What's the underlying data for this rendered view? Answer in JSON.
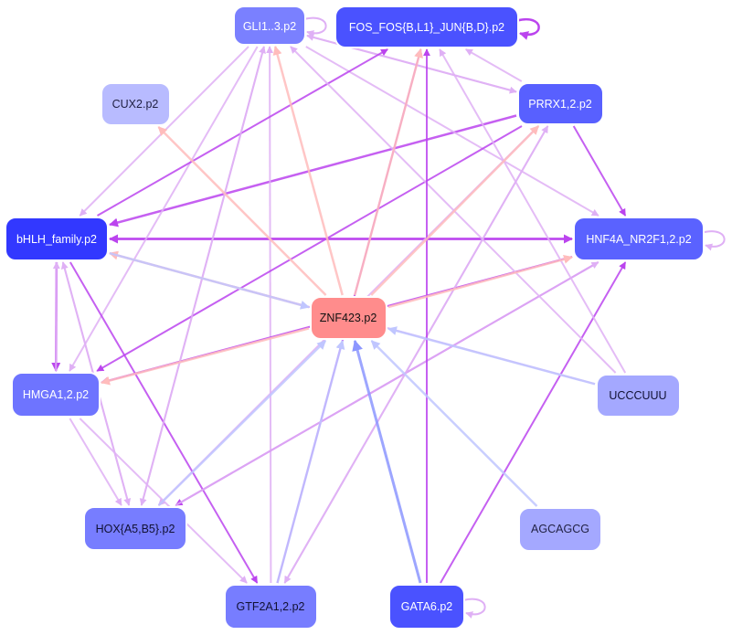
{
  "nodes": {
    "gli": {
      "label": "GLI1..3.p2",
      "fill": "#7a80ff",
      "text": "#ffffff"
    },
    "fos": {
      "label": "FOS_FOS{B,L1}_JUN{B,D}.p2",
      "fill": "#4a52ff",
      "text": "#ffffff"
    },
    "cux": {
      "label": "CUX2.p2",
      "fill": "#b8bbff",
      "text": "#222244"
    },
    "prrx": {
      "label": "PRRX1,2.p2",
      "fill": "#5860ff",
      "text": "#ffffff"
    },
    "bhlh": {
      "label": "bHLH_family.p2",
      "fill": "#3238ff",
      "text": "#ffffff"
    },
    "hnf": {
      "label": "HNF4A_NR2F1,2.p2",
      "fill": "#5a62ff",
      "text": "#ffffff"
    },
    "znf": {
      "label": "ZNF423.p2",
      "fill": "#ff8c8c",
      "text": "#111111"
    },
    "hmga": {
      "label": "HMGA1,2.p2",
      "fill": "#6e74ff",
      "text": "#ffffff"
    },
    "uccc": {
      "label": "UCCCUUU",
      "fill": "#a4a8ff",
      "text": "#111133"
    },
    "hox": {
      "label": "HOX{A5,B5}.p2",
      "fill": "#777dff",
      "text": "#111133"
    },
    "agca": {
      "label": "AGCAGCG",
      "fill": "#a4a8ff",
      "text": "#222244"
    },
    "gtf": {
      "label": "GTF2A1,2.p2",
      "fill": "#777dff",
      "text": "#111133"
    },
    "gata": {
      "label": "GATA6.p2",
      "fill": "#4a52ff",
      "text": "#ffffff"
    }
  },
  "edge_colors": {
    "violet": "#bb44ee",
    "lilac": "#dfb0f5",
    "pink": "#ffbcbc",
    "blue": "#8c96ff",
    "lightblue": "#c0c6ff"
  },
  "edges": [
    {
      "from": "prrx",
      "to": "bhlh",
      "color": "violet",
      "weight": 2.5
    },
    {
      "from": "hnf",
      "to": "bhlh",
      "color": "violet",
      "weight": 2.5
    },
    {
      "from": "bhlh",
      "to": "hnf",
      "color": "violet",
      "weight": 2.5
    },
    {
      "from": "bhlh",
      "to": "hmga",
      "color": "violet",
      "weight": 2.5
    },
    {
      "from": "prrx",
      "to": "fos",
      "color": "lilac",
      "weight": 2
    },
    {
      "from": "gli",
      "to": "prrx",
      "color": "lilac",
      "weight": 2
    },
    {
      "from": "prrx",
      "to": "gli",
      "color": "lilac",
      "weight": 2
    },
    {
      "from": "gli",
      "to": "bhlh",
      "color": "lilac",
      "weight": 2
    },
    {
      "from": "gli",
      "to": "hmga",
      "color": "lilac",
      "weight": 2
    },
    {
      "from": "gli",
      "to": "hox",
      "color": "lilac",
      "weight": 2
    },
    {
      "from": "gli",
      "to": "hnf",
      "color": "lilac",
      "weight": 2
    },
    {
      "from": "gtf",
      "to": "gli",
      "color": "lilac",
      "weight": 2
    },
    {
      "from": "bhlh",
      "to": "fos",
      "color": "violet",
      "weight": 2
    },
    {
      "from": "prrx",
      "to": "hnf",
      "color": "violet",
      "weight": 2
    },
    {
      "from": "prrx",
      "to": "hmga",
      "color": "violet",
      "weight": 2
    },
    {
      "from": "prrx",
      "to": "hox",
      "color": "lilac",
      "weight": 2
    },
    {
      "from": "prrx",
      "to": "gtf",
      "color": "lilac",
      "weight": 2
    },
    {
      "from": "hnf",
      "to": "hmga",
      "color": "violet",
      "weight": 2
    },
    {
      "from": "hnf",
      "to": "hox",
      "color": "violet",
      "weight": 2
    },
    {
      "from": "gata",
      "to": "hnf",
      "color": "violet",
      "weight": 2
    },
    {
      "from": "gtf",
      "to": "fos",
      "color": "violet",
      "weight": 2
    },
    {
      "from": "gtf",
      "to": "prrx",
      "color": "lilac",
      "weight": 2
    },
    {
      "from": "bhlh",
      "to": "hox",
      "color": "lilac",
      "weight": 2
    },
    {
      "from": "hmga",
      "to": "hox",
      "color": "lilac",
      "weight": 2
    },
    {
      "from": "hmga",
      "to": "gtf",
      "color": "lilac",
      "weight": 2
    },
    {
      "from": "bhlh",
      "to": "gtf",
      "color": "violet",
      "weight": 2
    },
    {
      "from": "uccc",
      "to": "bhlh",
      "color": "lilac",
      "weight": 2
    },
    {
      "from": "uccc",
      "to": "fos",
      "color": "lilac",
      "weight": 2
    },
    {
      "from": "uccc",
      "to": "gli",
      "color": "lilac",
      "weight": 2
    },
    {
      "from": "hmga",
      "to": "bhlh",
      "color": "lilac",
      "weight": 2
    },
    {
      "from": "hox",
      "to": "bhlh",
      "color": "lilac",
      "weight": 2
    },
    {
      "from": "hox",
      "to": "gli",
      "color": "lilac",
      "weight": 2
    },
    {
      "from": "hox",
      "to": "hnf",
      "color": "lilac",
      "weight": 2
    },
    {
      "from": "gata",
      "to": "fos",
      "color": "violet",
      "weight": 2
    },
    {
      "from": "znf",
      "to": "gli",
      "color": "pink",
      "weight": 2.5
    },
    {
      "from": "znf",
      "to": "fos",
      "color": "pink",
      "weight": 2.5
    },
    {
      "from": "znf",
      "to": "cux",
      "color": "pink",
      "weight": 2.5
    },
    {
      "from": "znf",
      "to": "prrx",
      "color": "pink",
      "weight": 2.5
    },
    {
      "from": "znf",
      "to": "bhlh",
      "color": "pink",
      "weight": 2.5
    },
    {
      "from": "znf",
      "to": "hnf",
      "color": "pink",
      "weight": 2.5
    },
    {
      "from": "znf",
      "to": "hmga",
      "color": "pink",
      "weight": 2.5
    },
    {
      "from": "bhlh",
      "to": "znf",
      "color": "lightblue",
      "weight": 2.5
    },
    {
      "from": "hox",
      "to": "znf",
      "color": "lightblue",
      "weight": 2.5
    },
    {
      "from": "gtf",
      "to": "znf",
      "color": "lightblue",
      "weight": 2.5
    },
    {
      "from": "uccc",
      "to": "znf",
      "color": "lightblue",
      "weight": 2.5
    },
    {
      "from": "agca",
      "to": "znf",
      "color": "lightblue",
      "weight": 2.5
    },
    {
      "from": "gata",
      "to": "znf",
      "color": "blue",
      "weight": 3
    }
  ],
  "self_loops": [
    {
      "node": "gli",
      "color": "lilac",
      "weight": 2
    },
    {
      "node": "fos",
      "color": "violet",
      "weight": 2.5
    },
    {
      "node": "hnf",
      "color": "lilac",
      "weight": 2
    },
    {
      "node": "gata",
      "color": "lilac",
      "weight": 2
    }
  ]
}
